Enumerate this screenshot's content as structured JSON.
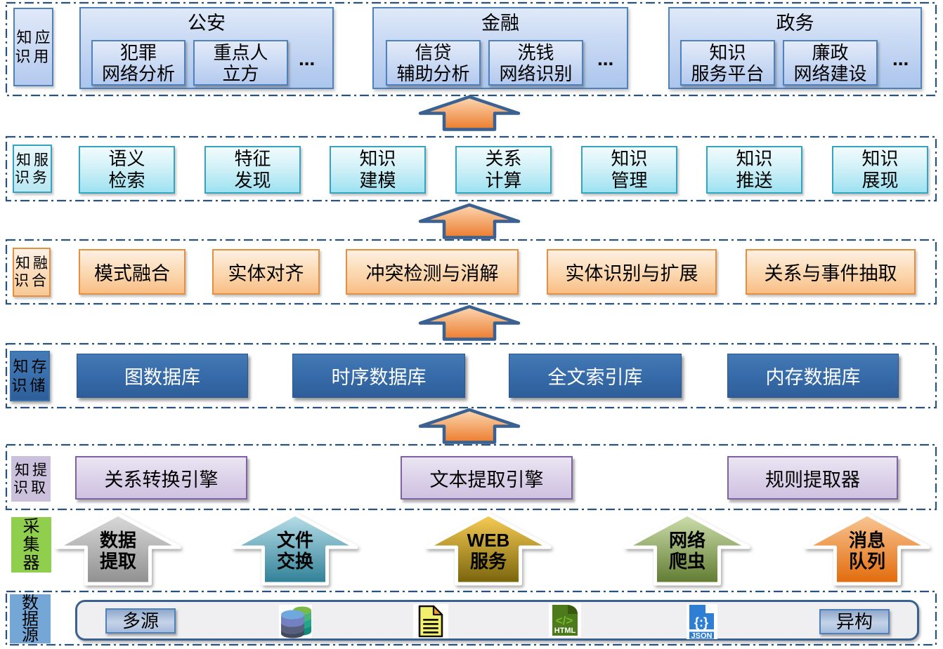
{
  "layers": {
    "application": {
      "label": "知应\n识用",
      "groups": [
        {
          "title": "公安",
          "items": [
            "犯罪\n网络分析",
            "重点人\n立方"
          ],
          "ellipsis": "..."
        },
        {
          "title": "金融",
          "items": [
            "信贷\n辅助分析",
            "洗钱\n网络识别"
          ],
          "ellipsis": "..."
        },
        {
          "title": "政务",
          "items": [
            "知识\n服务平台",
            "廉政\n网络建设"
          ],
          "ellipsis": "..."
        }
      ]
    },
    "service": {
      "label": "知服\n识务",
      "items": [
        "语义\n检索",
        "特征\n发现",
        "知识\n建模",
        "关系\n计算",
        "知识\n管理",
        "知识\n推送",
        "知识\n展现"
      ]
    },
    "fusion": {
      "label": "知融\n识合",
      "items": [
        "模式融合",
        "实体对齐",
        "冲突检测与消解",
        "实体识别与扩展",
        "关系与事件抽取"
      ]
    },
    "storage": {
      "label": "知存\n识储",
      "items": [
        "图数据库",
        "时序数据库",
        "全文索引库",
        "内存数据库"
      ]
    },
    "extraction": {
      "label": "知提\n识取",
      "items": [
        "关系转换引擎",
        "文本提取引擎",
        "规则提取器"
      ]
    },
    "collector": {
      "label": "采\n集\n器",
      "arrows": [
        {
          "line1": "数据",
          "line2": "提取",
          "color_top": "#dadada",
          "color_bottom": "#8f8f8f"
        },
        {
          "line1": "文件",
          "line2": "交换",
          "color_top": "#b9dfe9",
          "color_bottom": "#2e7f96"
        },
        {
          "line1": "WEB",
          "line2": "服务",
          "color_top": "#f8cd55",
          "color_bottom": "#77620b"
        },
        {
          "line1": "网络",
          "line2": "爬虫",
          "color_top": "#cfdfad",
          "color_bottom": "#5f7a30"
        },
        {
          "line1": "消息",
          "line2": "队列",
          "color_top": "#f8c795",
          "color_bottom": "#e2690a"
        }
      ]
    },
    "datasource": {
      "label": "数\n据\n源",
      "left_tag": "多源",
      "right_tag": "异构",
      "html_icon": {
        "glyph": "</>",
        "caption": "HTML"
      },
      "json_icon": {
        "glyph": "{:}",
        "caption": "JSON"
      }
    }
  },
  "colors": {
    "section_border": "#28537e",
    "flow_arrow_top": "#fcd8b2",
    "flow_arrow_bottom": "#ec7c2e",
    "flow_arrow_border": "#3a6190",
    "app_accent": "#4f81bd",
    "service_accent": "#35a4bf",
    "fusion_accent": "#e78f41",
    "storage_accent": "#2d5e99",
    "extraction_accent": "#7f63a1",
    "collector_label_bg": "#90ce4e",
    "datasource_label_bg": "#74a7d6"
  }
}
